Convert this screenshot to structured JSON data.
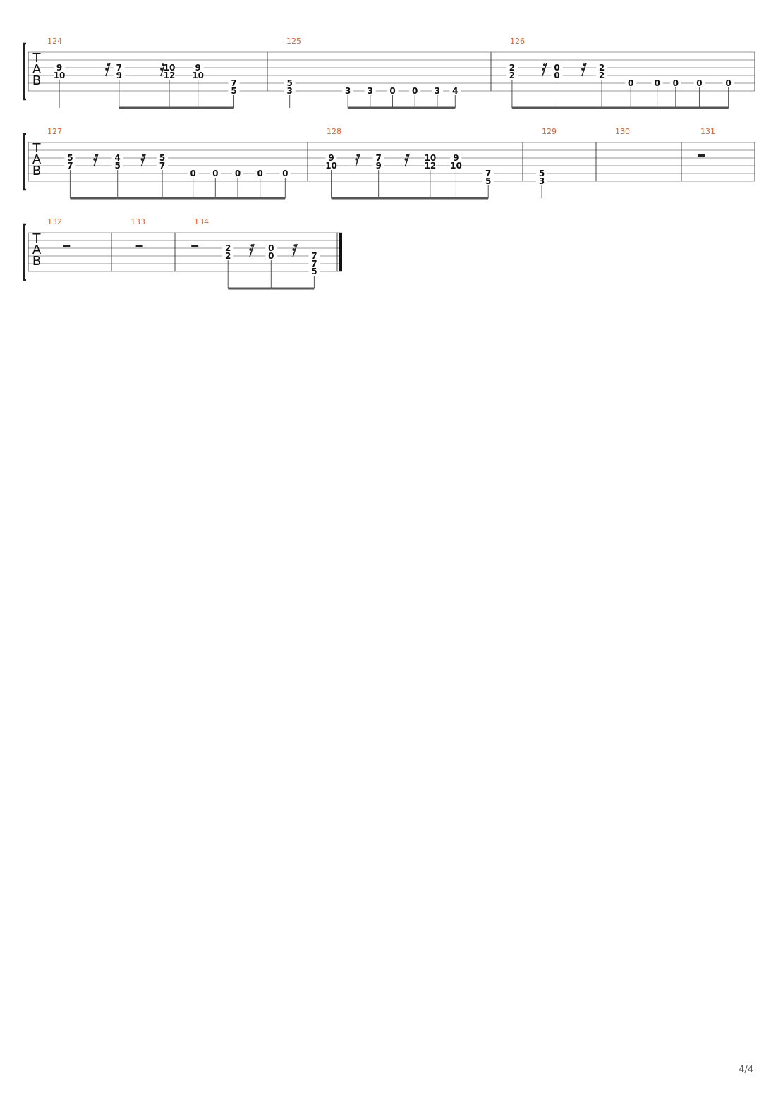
{
  "page": {
    "current": "4",
    "total": "4",
    "label": "4/4"
  },
  "tab_label": [
    "T",
    "A",
    "B"
  ],
  "systems": [
    {
      "measures": [
        {
          "number": "124",
          "notes": [
            {
              "pos": 0.13,
              "frets": [
                {
                  "s": 2,
                  "f": "9"
                },
                {
                  "s": 3,
                  "f": "10"
                }
              ]
            },
            {
              "pos": 0.33,
              "rest": "sixteenth"
            },
            {
              "pos": 0.38,
              "frets": [
                {
                  "s": 2,
                  "f": "7"
                },
                {
                  "s": 3,
                  "f": "9"
                }
              ]
            },
            {
              "pos": 0.56,
              "rest": "sixteenth"
            },
            {
              "pos": 0.59,
              "frets": [
                {
                  "s": 2,
                  "f": "10"
                },
                {
                  "s": 3,
                  "f": "12"
                }
              ]
            },
            {
              "pos": 0.71,
              "frets": [
                {
                  "s": 2,
                  "f": "9"
                },
                {
                  "s": 3,
                  "f": "10"
                }
              ]
            },
            {
              "pos": 0.86,
              "frets": [
                {
                  "s": 4,
                  "f": "7"
                },
                {
                  "s": 5,
                  "f": "5"
                }
              ]
            }
          ]
        },
        {
          "number": "125",
          "notes": [
            {
              "pos": 0.1,
              "frets": [
                {
                  "s": 4,
                  "f": "5"
                },
                {
                  "s": 5,
                  "f": "3"
                }
              ]
            },
            {
              "pos": 0.36,
              "frets": [
                {
                  "s": 5,
                  "f": "3"
                }
              ]
            },
            {
              "pos": 0.46,
              "frets": [
                {
                  "s": 5,
                  "f": "3"
                }
              ]
            },
            {
              "pos": 0.56,
              "frets": [
                {
                  "s": 5,
                  "f": "0"
                }
              ]
            },
            {
              "pos": 0.66,
              "frets": [
                {
                  "s": 5,
                  "f": "0"
                }
              ]
            },
            {
              "pos": 0.76,
              "frets": [
                {
                  "s": 5,
                  "f": "3"
                }
              ]
            },
            {
              "pos": 0.84,
              "frets": [
                {
                  "s": 5,
                  "f": "4"
                }
              ]
            }
          ]
        },
        {
          "number": "126",
          "notes": [
            {
              "pos": 0.08,
              "frets": [
                {
                  "s": 2,
                  "f": "2"
                },
                {
                  "s": 3,
                  "f": "2"
                }
              ]
            },
            {
              "pos": 0.2,
              "rest": "sixteenth"
            },
            {
              "pos": 0.25,
              "frets": [
                {
                  "s": 2,
                  "f": "0"
                },
                {
                  "s": 3,
                  "f": "0"
                }
              ]
            },
            {
              "pos": 0.35,
              "rest": "sixteenth"
            },
            {
              "pos": 0.42,
              "frets": [
                {
                  "s": 2,
                  "f": "2"
                },
                {
                  "s": 3,
                  "f": "2"
                }
              ]
            },
            {
              "pos": 0.53,
              "frets": [
                {
                  "s": 4,
                  "f": "0"
                }
              ]
            },
            {
              "pos": 0.63,
              "frets": [
                {
                  "s": 4,
                  "f": "0"
                }
              ]
            },
            {
              "pos": 0.7,
              "frets": [
                {
                  "s": 4,
                  "f": "0"
                }
              ]
            },
            {
              "pos": 0.79,
              "frets": [
                {
                  "s": 4,
                  "f": "0"
                }
              ]
            },
            {
              "pos": 0.9,
              "frets": [
                {
                  "s": 4,
                  "f": "0"
                }
              ]
            }
          ]
        }
      ]
    },
    {
      "measures": [
        {
          "number": "127",
          "notes": [
            {
              "pos": 0.15,
              "frets": [
                {
                  "s": 2,
                  "f": "5"
                },
                {
                  "s": 3,
                  "f": "7"
                }
              ]
            },
            {
              "pos": 0.24,
              "rest": "sixteenth"
            },
            {
              "pos": 0.32,
              "frets": [
                {
                  "s": 2,
                  "f": "4"
                },
                {
                  "s": 3,
                  "f": "5"
                }
              ]
            },
            {
              "pos": 0.41,
              "rest": "sixteenth"
            },
            {
              "pos": 0.48,
              "frets": [
                {
                  "s": 2,
                  "f": "5"
                },
                {
                  "s": 3,
                  "f": "7"
                }
              ]
            },
            {
              "pos": 0.59,
              "frets": [
                {
                  "s": 4,
                  "f": "0"
                }
              ]
            },
            {
              "pos": 0.67,
              "frets": [
                {
                  "s": 4,
                  "f": "0"
                }
              ]
            },
            {
              "pos": 0.75,
              "frets": [
                {
                  "s": 4,
                  "f": "0"
                }
              ]
            },
            {
              "pos": 0.83,
              "frets": [
                {
                  "s": 4,
                  "f": "0"
                }
              ]
            },
            {
              "pos": 0.92,
              "frets": [
                {
                  "s": 4,
                  "f": "0"
                }
              ]
            }
          ]
        },
        {
          "number": "128",
          "notes": [
            {
              "pos": 0.11,
              "frets": [
                {
                  "s": 2,
                  "f": "9"
                },
                {
                  "s": 3,
                  "f": "10"
                }
              ]
            },
            {
              "pos": 0.23,
              "rest": "sixteenth"
            },
            {
              "pos": 0.33,
              "frets": [
                {
                  "s": 2,
                  "f": "7"
                },
                {
                  "s": 3,
                  "f": "9"
                }
              ]
            },
            {
              "pos": 0.46,
              "rest": "sixteenth"
            },
            {
              "pos": 0.57,
              "frets": [
                {
                  "s": 2,
                  "f": "10"
                },
                {
                  "s": 3,
                  "f": "12"
                }
              ]
            },
            {
              "pos": 0.69,
              "frets": [
                {
                  "s": 2,
                  "f": "9"
                },
                {
                  "s": 3,
                  "f": "10"
                }
              ]
            },
            {
              "pos": 0.84,
              "frets": [
                {
                  "s": 4,
                  "f": "7"
                },
                {
                  "s": 5,
                  "f": "5"
                }
              ]
            }
          ]
        },
        {
          "number": "129",
          "notes": [
            {
              "pos": 0.26,
              "frets": [
                {
                  "s": 4,
                  "f": "5"
                },
                {
                  "s": 5,
                  "f": "3"
                }
              ]
            }
          ]
        },
        {
          "number": "130",
          "notes": []
        },
        {
          "number": "131",
          "notes": [
            {
              "pos": 0.27,
              "rest": "whole"
            }
          ]
        }
      ]
    },
    {
      "measures": [
        {
          "number": "132",
          "notes": [
            {
              "pos": 0.46,
              "rest": "whole"
            }
          ]
        },
        {
          "number": "133",
          "notes": [
            {
              "pos": 0.44,
              "rest": "whole"
            }
          ]
        },
        {
          "number": "134",
          "notes": [
            {
              "pos": 0.12,
              "rest": "whole"
            },
            {
              "pos": 0.32,
              "frets": [
                {
                  "s": 2,
                  "f": "2"
                },
                {
                  "s": 3,
                  "f": "2"
                }
              ]
            },
            {
              "pos": 0.46,
              "rest": "sixteenth"
            },
            {
              "pos": 0.58,
              "frets": [
                {
                  "s": 2,
                  "f": "0"
                },
                {
                  "s": 3,
                  "f": "0"
                }
              ]
            },
            {
              "pos": 0.72,
              "rest": "sixteenth"
            },
            {
              "pos": 0.84,
              "frets": [
                {
                  "s": 3,
                  "f": "7"
                },
                {
                  "s": 4,
                  "f": "7"
                },
                {
                  "s": 5,
                  "f": "5"
                }
              ]
            }
          ]
        }
      ]
    }
  ]
}
